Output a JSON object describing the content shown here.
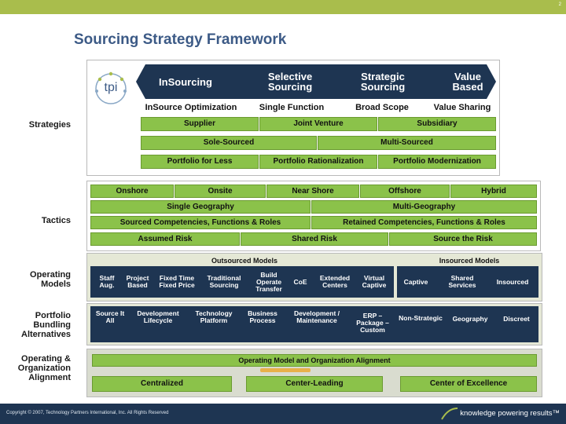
{
  "page_number": "2",
  "title": "Sourcing Strategy Framework",
  "logo_text": "tpi",
  "row_labels": {
    "strategies": "Strategies",
    "tactics": "Tactics",
    "operating_models": "Operating Models",
    "portfolio": "Portfolio Bundling Alternatives",
    "alignment": "Operating & Organization Alignment"
  },
  "strategies": {
    "arrow": [
      "InSourcing",
      "Selective Sourcing",
      "Strategic Sourcing",
      "Value Based"
    ],
    "columns": [
      "InSource Optimization",
      "Single Function",
      "Broad Scope",
      "Value Sharing"
    ],
    "row1": [
      "Supplier",
      "Joint Venture",
      "Subsidiary"
    ],
    "row2": [
      "Sole-Sourced",
      "Multi-Sourced"
    ],
    "row3": [
      "Portfolio for Less",
      "Portfolio Rationalization",
      "Portfolio Modernization"
    ]
  },
  "tactics": {
    "row1": [
      "Onshore",
      "Onsite",
      "Near Shore",
      "Offshore",
      "Hybrid"
    ],
    "row2": [
      "Single Geography",
      "Multi-Geography"
    ],
    "row3": [
      "Sourced Competencies, Functions & Roles",
      "Retained Competencies, Functions & Roles"
    ],
    "row4": [
      "Assumed Risk",
      "Shared Risk",
      "Source the Risk"
    ]
  },
  "operating_models": {
    "outsourced_header": "Outsourced Models",
    "insourced_header": "Insourced Models",
    "items": [
      "Staff Aug.",
      "Project Based",
      "Fixed Time Fixed Price",
      "Traditional Sourcing",
      "Build Operate Transfer",
      "CoE",
      "Extended Centers",
      "Virtual Captive",
      "Captive",
      "Shared Services",
      "Insourced"
    ]
  },
  "portfolio": {
    "items": [
      "Source It All",
      "Development Lifecycle",
      "Technology Platform",
      "Business Process",
      "Development / Maintenance",
      "ERP – Package – Custom",
      "Non-Strategic",
      "Geography",
      "Discreet"
    ]
  },
  "alignment": {
    "header": "Operating Model and Organization Alignment",
    "items": [
      "Centralized",
      "Center-Leading",
      "Center of Excellence"
    ]
  },
  "footer": {
    "copyright": "Copyright © 2007, Technology Partners International, Inc. All Rights Reserved",
    "tagline": "knowledge powering results™"
  },
  "colors": {
    "top_bar": "#a9bd4c",
    "title": "#3c5a86",
    "box_green": "#8bc24a",
    "arrow_navy": "#1e3552",
    "bottom_bar": "#1e3552"
  }
}
